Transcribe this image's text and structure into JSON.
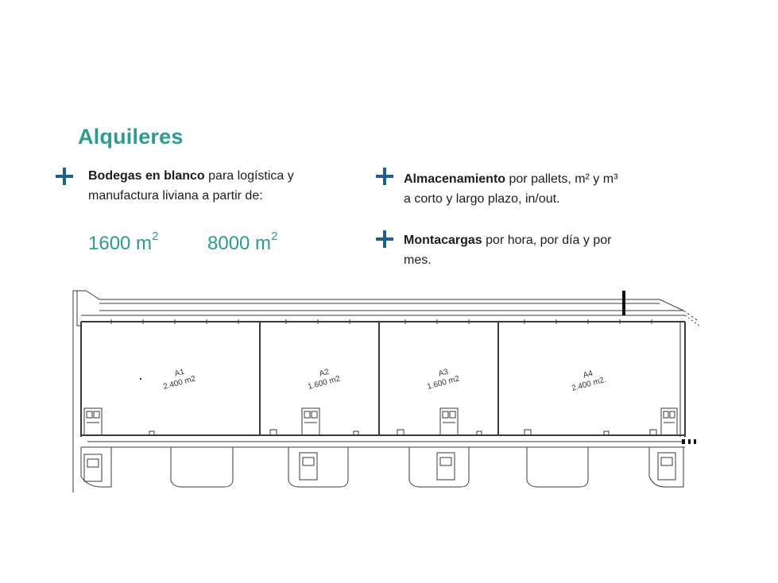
{
  "heading": "Alquileres",
  "bullets": [
    {
      "bold": "Bodegas en blanco",
      "rest_line1": " para logística y",
      "line2": "manufactura liviana a partir de:"
    },
    {
      "bold": "Almacenamiento",
      "rest_line1": " por pallets, m² y m³",
      "line2": "a corto y largo plazo, in/out."
    },
    {
      "bold": "Montacargas",
      "rest_line1": " por hora, por día y por",
      "line2": "mes."
    }
  ],
  "sizes": [
    {
      "value": "1600 m",
      "sup": "2"
    },
    {
      "value": "8000 m",
      "sup": "2"
    }
  ],
  "plan": {
    "units": [
      {
        "code": "A1",
        "area": "2.400 m2"
      },
      {
        "code": "A2",
        "area": "1.600 m2"
      },
      {
        "code": "A3",
        "area": "1.600 m2"
      },
      {
        "code": "A4",
        "area": "2.400 m2."
      }
    ]
  },
  "colors": {
    "accent": "#2a9d8f",
    "plus": "#1f5f8b"
  }
}
